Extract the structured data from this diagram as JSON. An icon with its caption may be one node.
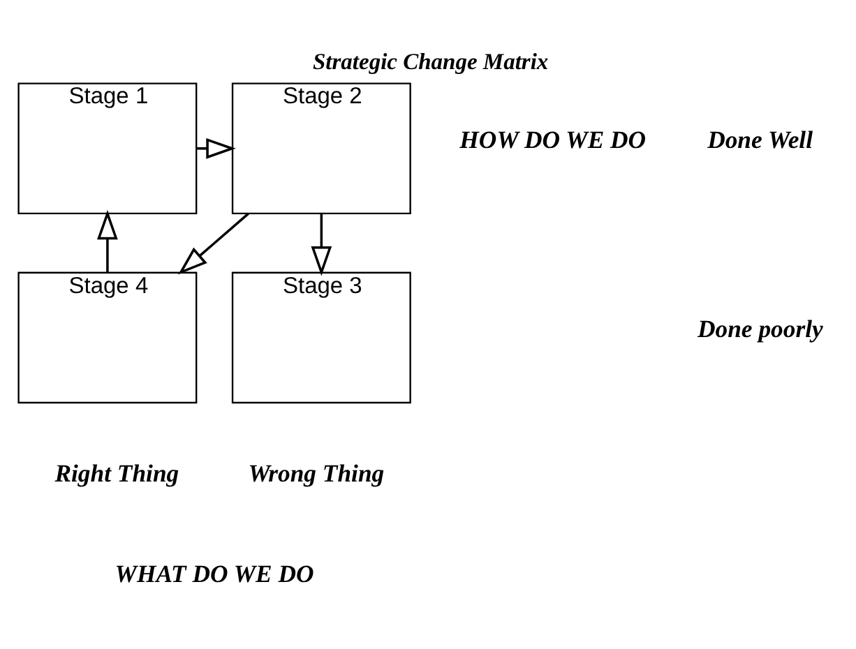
{
  "diagram": {
    "title": "Strategic Change Matrix",
    "nodes": [
      {
        "text": [
          "Stage 1"
        ]
      },
      {
        "text": [
          "Stage 2"
        ]
      },
      {
        "text": [
          "Stage 4"
        ]
      },
      {
        "text": [
          "Stage 3"
        ]
      }
    ],
    "edges": [
      {
        "from": 0,
        "to": 1,
        "arrow": "to"
      },
      {
        "from": 1,
        "to": 2,
        "arrow": "to"
      },
      {
        "from": 1,
        "to": 3,
        "arrow": "to"
      },
      {
        "from": 2,
        "to": 0,
        "arrow": "to"
      }
    ],
    "labels": [
      "HOW DO WE DO",
      "Done Well",
      "Done poorly",
      "Right Thing",
      "Wrong Thing",
      "WHAT DO WE DO"
    ]
  }
}
